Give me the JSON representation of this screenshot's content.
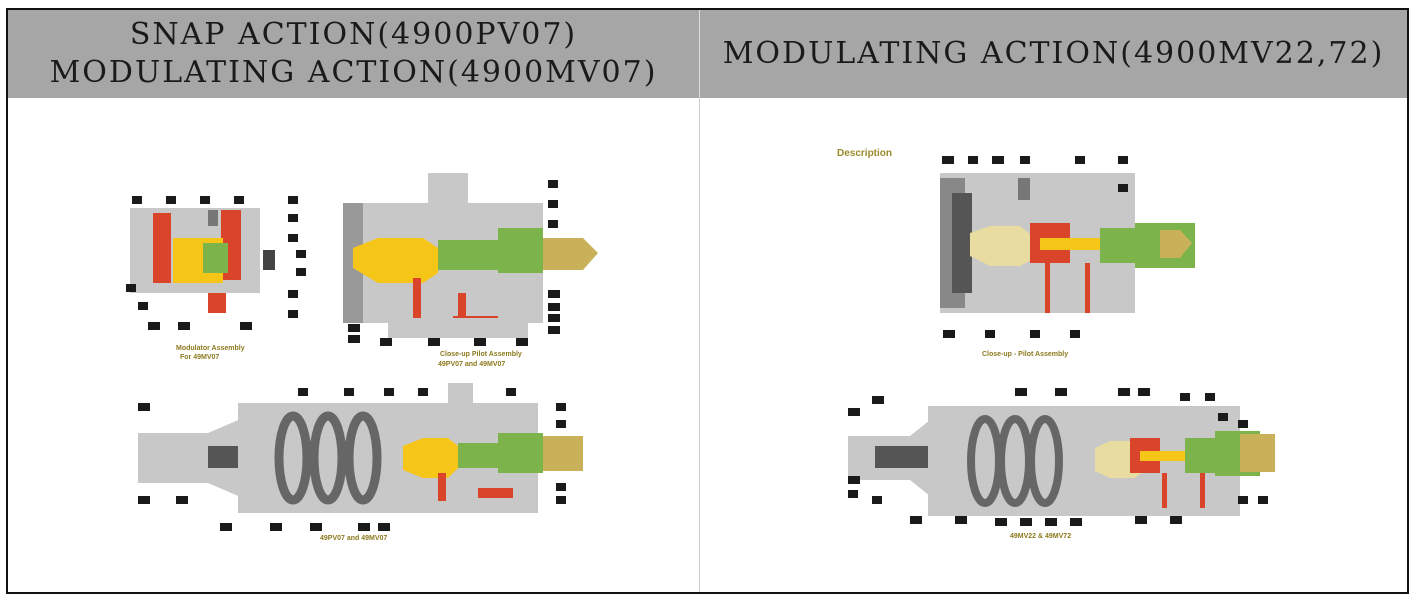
{
  "header": {
    "left_line1": "SNAP ACTION(4900PV07)",
    "left_line2": "MODULATING ACTION(4900MV07)",
    "right_title": "MODULATING ACTION(4900MV22,72)"
  },
  "left_panel": {
    "caption_modulator_1": "Modulator Assembly",
    "caption_modulator_2": "For 49MV07",
    "caption_pilot_1": "Close-up Pilot Assembly",
    "caption_pilot_2": "49PV07 and 49MV07",
    "caption_bottom": "49PV07 and 49MV07"
  },
  "right_panel": {
    "description_label": "Description",
    "caption_pilot": "Close-up - Pilot Assembly",
    "caption_bottom": "49MV22 & 49MV72"
  },
  "colors": {
    "header_bg": "#a6a6a6",
    "body_gray": "#c8c8c8",
    "yellow": "#f5c518",
    "green": "#7cb34a",
    "red": "#d9442b",
    "brass": "#c9b15a"
  }
}
